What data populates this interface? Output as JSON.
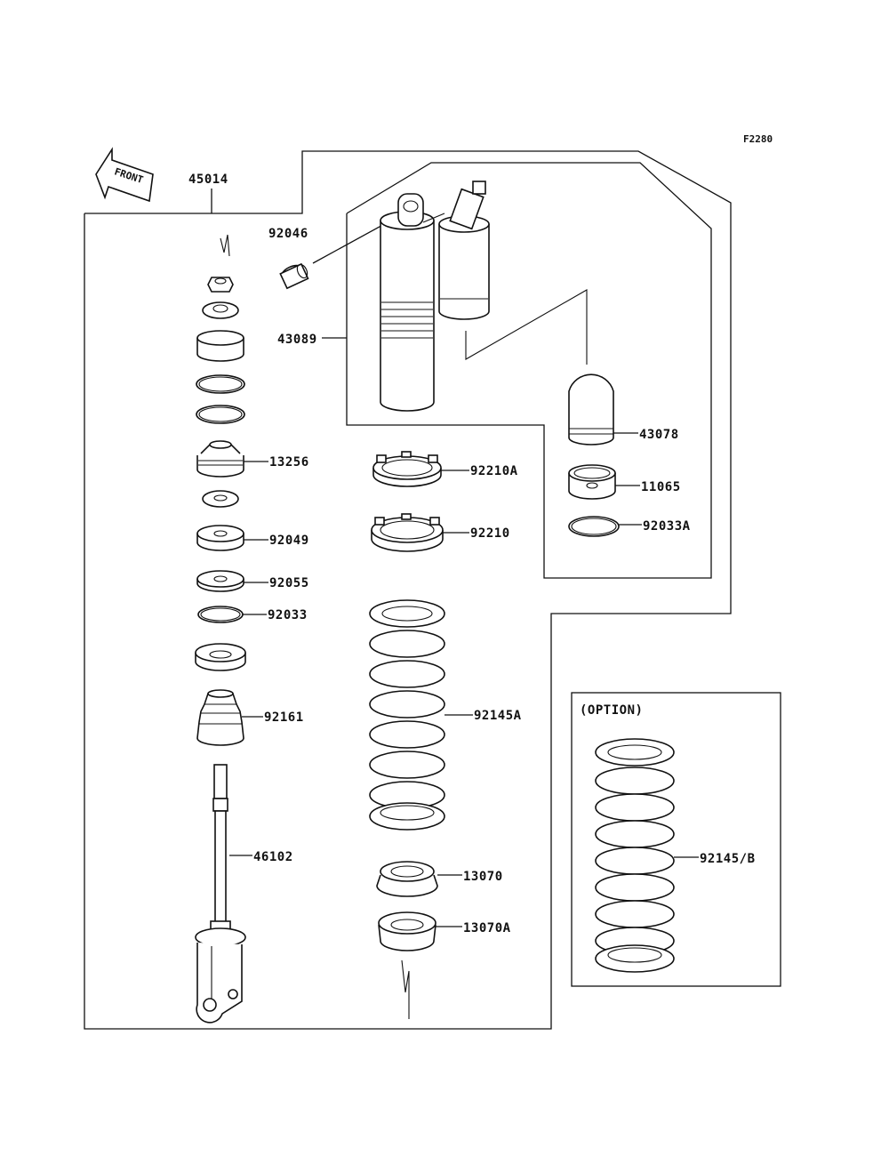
{
  "figure_code": "F2280",
  "front_label": "FRONT",
  "option_label": "(OPTION)",
  "colors": {
    "ink": "#111111",
    "background": "#ffffff"
  },
  "parts": {
    "p45014": "45014",
    "p92046": "92046",
    "p43089": "43089",
    "p43078": "43078",
    "p11065": "11065",
    "p92033A": "92033A",
    "p92210A": "92210A",
    "p92210": "92210",
    "p13256": "13256",
    "p92049": "92049",
    "p92055": "92055",
    "p92033": "92033",
    "p92161": "92161",
    "p92145A": "92145A",
    "p46102": "46102",
    "p13070": "13070",
    "p13070A": "13070A",
    "p92145B": "92145/B"
  }
}
